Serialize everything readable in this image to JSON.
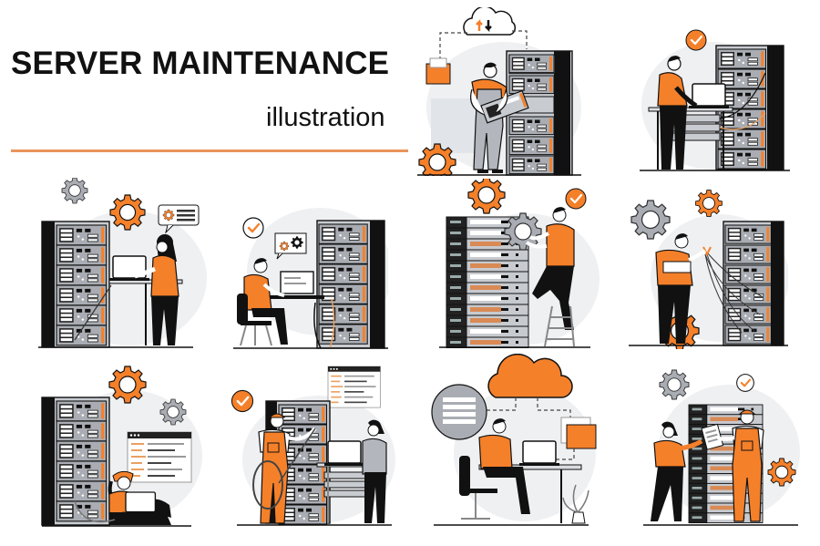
{
  "header": {
    "title": "SERVER MAINTENANCE",
    "subtitle": "illustration"
  },
  "colors": {
    "accent_orange": "#f5802a",
    "rule_orange": "#e8945a",
    "ink_black": "#111111",
    "rack_gray": "#a9adb3",
    "light_gray": "#d9dce0",
    "bg_blob": "#eef0f2",
    "background": "#ffffff"
  },
  "scenes": [
    {
      "id": "cloud-upload-rack-swap",
      "description": "Technician in overalls carries a server unit beside a rack; cloud with upload/download arrows linked to an orange folder; orange gear at bottom"
    },
    {
      "id": "laptop-cable-patching",
      "description": "Technician at laptop on desk with rack switches, cables running to a server rack; orange check badge above"
    },
    {
      "id": "woman-standing-desk",
      "description": "Woman types on laptop at standing desk next to server rack; gray and orange gears; speech bubble with gear and text lines"
    },
    {
      "id": "seated-monitoring",
      "description": "Man in office chair at desktop monitor beside server rack; check badge; bubble with gears; orange cable"
    },
    {
      "id": "ladder-gear-repair",
      "description": "Man on ladder holds a gray gear against a tall blade server rack; orange gear and check badge above"
    },
    {
      "id": "cable-diagnostics",
      "description": "Man holding laptop and bundle of cables connected to rack; gray and orange gears"
    },
    {
      "id": "floor-laptop-code",
      "description": "Woman sits on floor with laptop next to server rack; code window panel; orange and gray gears"
    },
    {
      "id": "team-cable-install",
      "description": "Worker in orange overalls holds coiled cable; woman at laptop on rack desk; code window; check badge"
    },
    {
      "id": "cloud-data-sync",
      "description": "Man at desk with laptop; orange cloud linked to database disk and orange folder; potted plant"
    },
    {
      "id": "inspection-checklist",
      "description": "Woman hands clipboard to technician in overalls in front of blade server rack; gray and orange gears; check badge"
    }
  ]
}
